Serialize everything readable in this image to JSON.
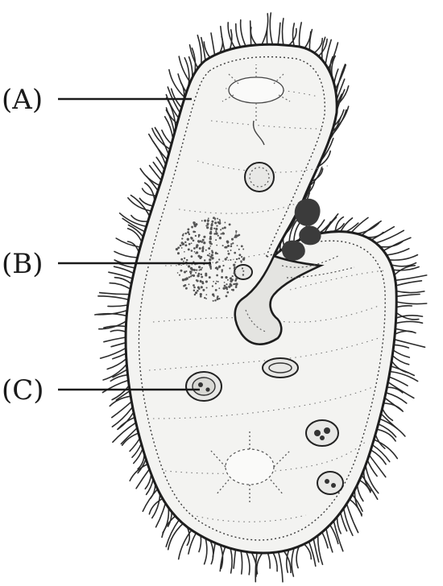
{
  "labels": {
    "a": "(A)",
    "b": "(B)",
    "c": "(C)"
  }
}
